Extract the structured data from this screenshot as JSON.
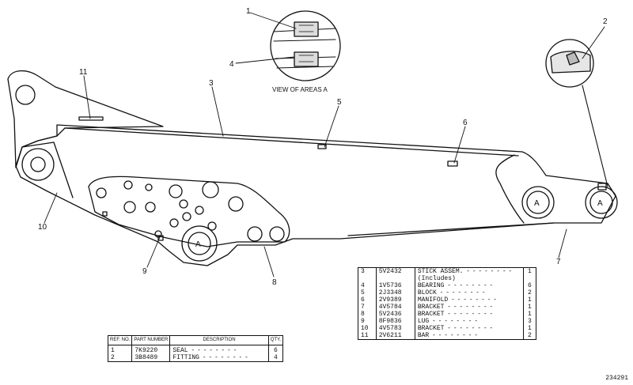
{
  "view_caption": "VIEW OF AREAS  A",
  "drawing_number": "234291",
  "callouts": [
    "1",
    "4",
    "2",
    "3",
    "5",
    "6",
    "11",
    "10",
    "9",
    "8",
    "7"
  ],
  "area_marker": "A",
  "main_table": {
    "rows": [
      {
        "ref": "3",
        "part": "5V2432",
        "desc": "STICK ASSEM.",
        "qty": "1"
      },
      {
        "ref": "",
        "part": "",
        "desc": "(Includes)",
        "qty": ""
      },
      {
        "ref": "4",
        "part": "1V5736",
        "desc": "BEARING",
        "qty": "6"
      },
      {
        "ref": "5",
        "part": "2J3348",
        "desc": "BLOCK",
        "qty": "2"
      },
      {
        "ref": "6",
        "part": "2V9389",
        "desc": "MANIFOLD",
        "qty": "1"
      },
      {
        "ref": "7",
        "part": "4V5784",
        "desc": "BRACKET",
        "qty": "1"
      },
      {
        "ref": "8",
        "part": "5V2436",
        "desc": "BRACKET",
        "qty": "1"
      },
      {
        "ref": "9",
        "part": "8F9836",
        "desc": "LUG",
        "qty": "3"
      },
      {
        "ref": "10",
        "part": "4V5783",
        "desc": "BRACKET",
        "qty": "1"
      },
      {
        "ref": "11",
        "part": "2V6211",
        "desc": "BAR",
        "qty": "2"
      }
    ]
  },
  "small_table": {
    "headers": {
      "ref": "REF. NO.",
      "part": "PART NUMBER",
      "desc": "DESCRIPTION",
      "qty": "QTY."
    },
    "rows": [
      {
        "ref": "1",
        "part": "7K9220",
        "desc": "SEAL",
        "qty": "6"
      },
      {
        "ref": "2",
        "part": "3B8489",
        "desc": "FITTING",
        "qty": "4"
      }
    ]
  }
}
